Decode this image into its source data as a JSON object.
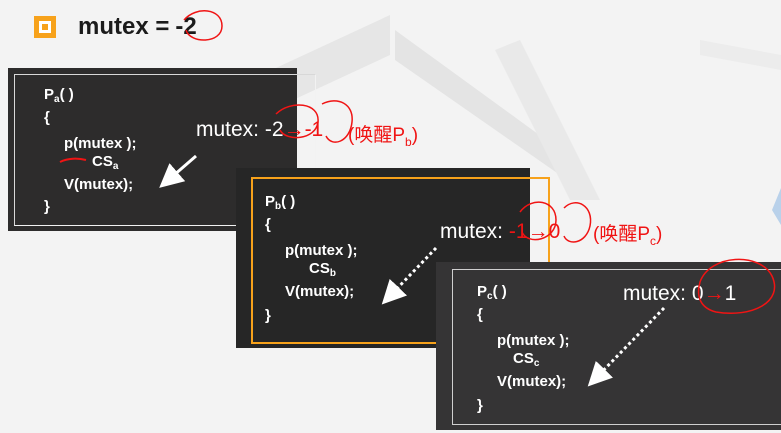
{
  "header": {
    "title": "mutex =",
    "value": "-2"
  },
  "processes": [
    {
      "name": "P",
      "sub": "a",
      "call": "( )",
      "open": "{",
      "p_call": "p(mutex );",
      "cs": "CS",
      "cs_sub": "a",
      "v_call": "V(mutex);",
      "close": "}",
      "mutex_label": "mutex:",
      "from": "-2",
      "arrow": "→",
      "to": "-1",
      "note": "(唤醒P",
      "note_sub": "b",
      "note_close": ")"
    },
    {
      "name": "P",
      "sub": "b",
      "call": "( )",
      "open": "{",
      "p_call": "p(mutex );",
      "cs": "CS",
      "cs_sub": "b",
      "v_call": "V(mutex);",
      "close": "}",
      "mutex_label": "mutex:",
      "from": "-1",
      "arrow": "→",
      "to": "0",
      "note": "(唤醒P",
      "note_sub": "c",
      "note_close": ")"
    },
    {
      "name": "P",
      "sub": "c",
      "call": "( )",
      "open": "{",
      "p_call": "p(mutex );",
      "cs": "CS",
      "cs_sub": "c",
      "v_call": "V(mutex);",
      "close": "}",
      "mutex_label": "mutex:",
      "from": "0",
      "arrow": "→",
      "to": "1"
    }
  ],
  "colors": {
    "accent": "#f7a21b",
    "annotation_red": "#f01414",
    "panel_dark": "#2d2c2c",
    "background": "#f3f3f3"
  }
}
